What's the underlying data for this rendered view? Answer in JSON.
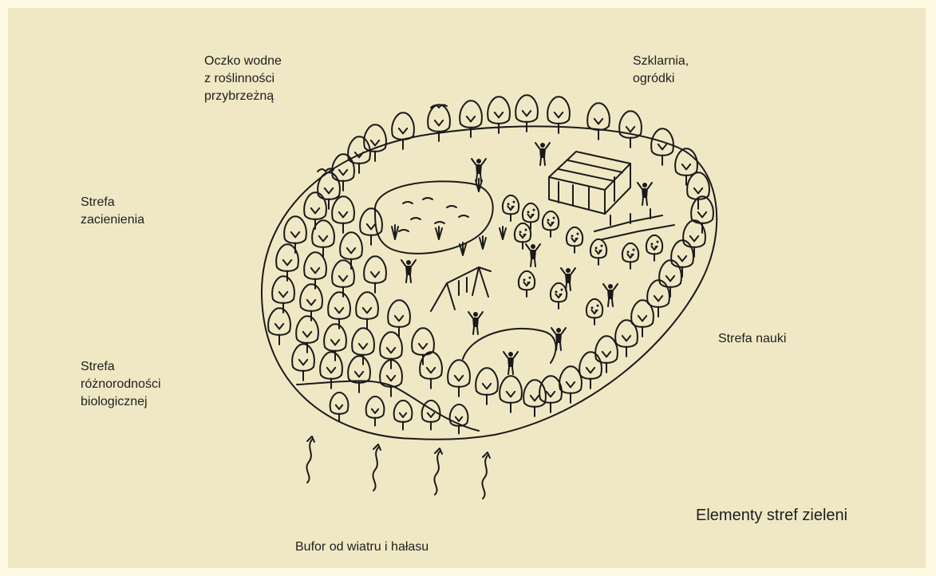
{
  "labels": {
    "pond": "Oczko wodne\nz roślinności\nprzybrzeżną",
    "greenhouse": "Szklarnia,\nogródki",
    "shade": "Strefa\nzacienienia",
    "biodiversity": "Strefa\nróżnorodności\nbiologicznej",
    "learning": "Strefa nauki",
    "buffer": "Bufor od wiatru i hałasu"
  },
  "caption": "Elementy stref zieleni",
  "colors": {
    "background": "#f0e8c5",
    "border": "#fefbe4",
    "ink": "#1a1a1a"
  }
}
